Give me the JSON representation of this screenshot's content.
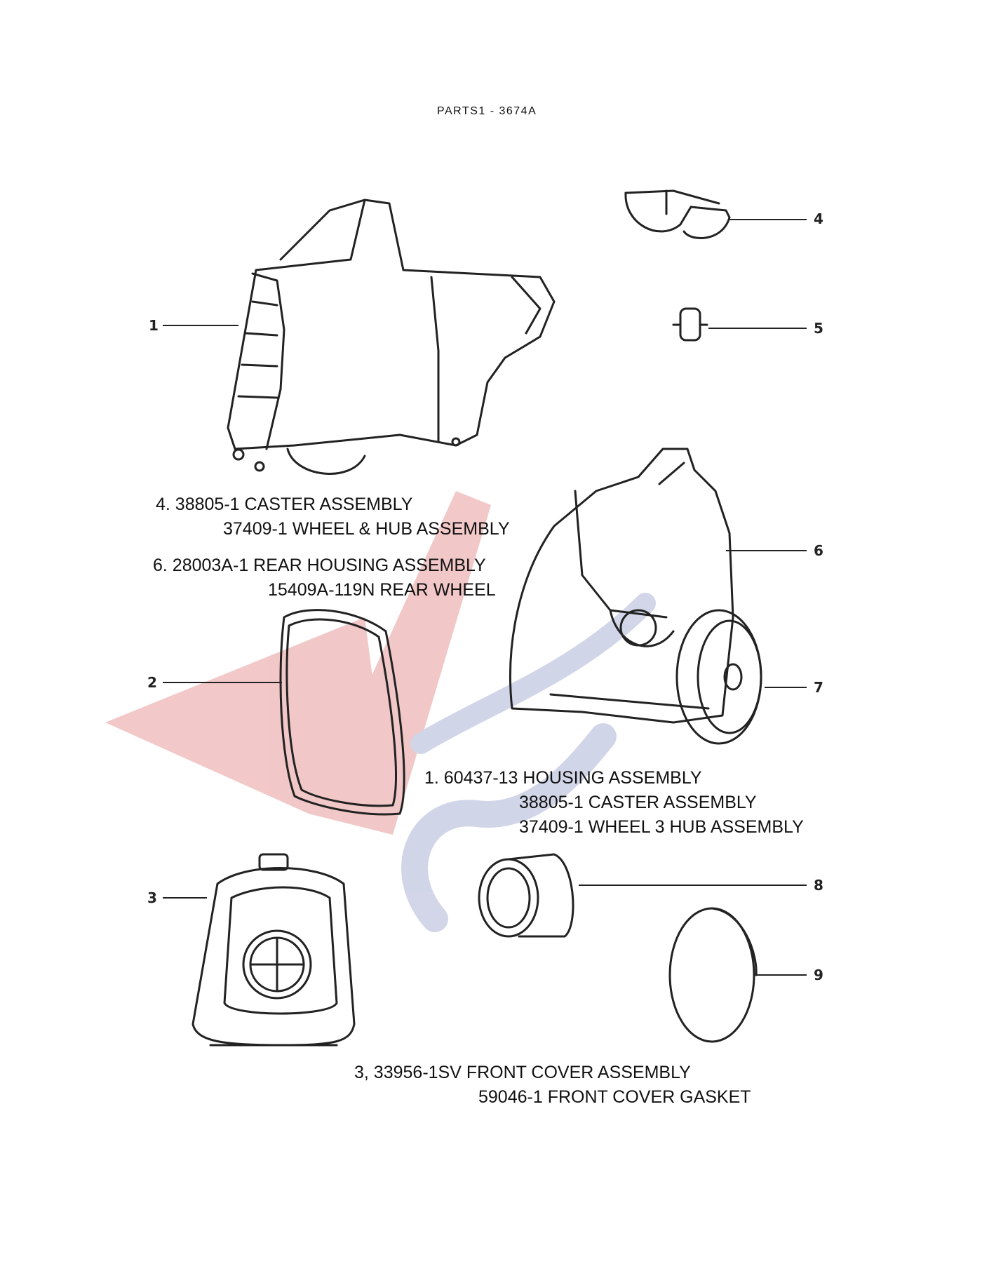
{
  "header": {
    "title": "PARTS1  - 3674A"
  },
  "captions": {
    "group4": {
      "line1": "4.  38805-1  CASTER ASSEMBLY",
      "line2": "37409-1 WHEEL & HUB ASSEMBLY"
    },
    "group6": {
      "line1": "6.  28003A-1  REAR HOUSING ASSEMBLY",
      "line2": "15409A-119N REAR WHEEL"
    },
    "group1": {
      "line1": "1.  60437-13  HOUSING ASSEMBLY",
      "line2": "38805-1  CASTER ASSEMBLY",
      "line3": "37409-1  WHEEL 3 HUB ASSEMBLY"
    },
    "group3": {
      "line1": "3,  33956-1SV FRONT COVER ASSEMBLY",
      "line2": "59046-1  FRONT COVER GASKET"
    }
  },
  "callouts": [
    "1",
    "2",
    "3",
    "4",
    "5",
    "6",
    "7",
    "8",
    "9"
  ],
  "watermark": {
    "colors": {
      "red": "#e9a3a3",
      "blue": "#b4bad9"
    }
  }
}
